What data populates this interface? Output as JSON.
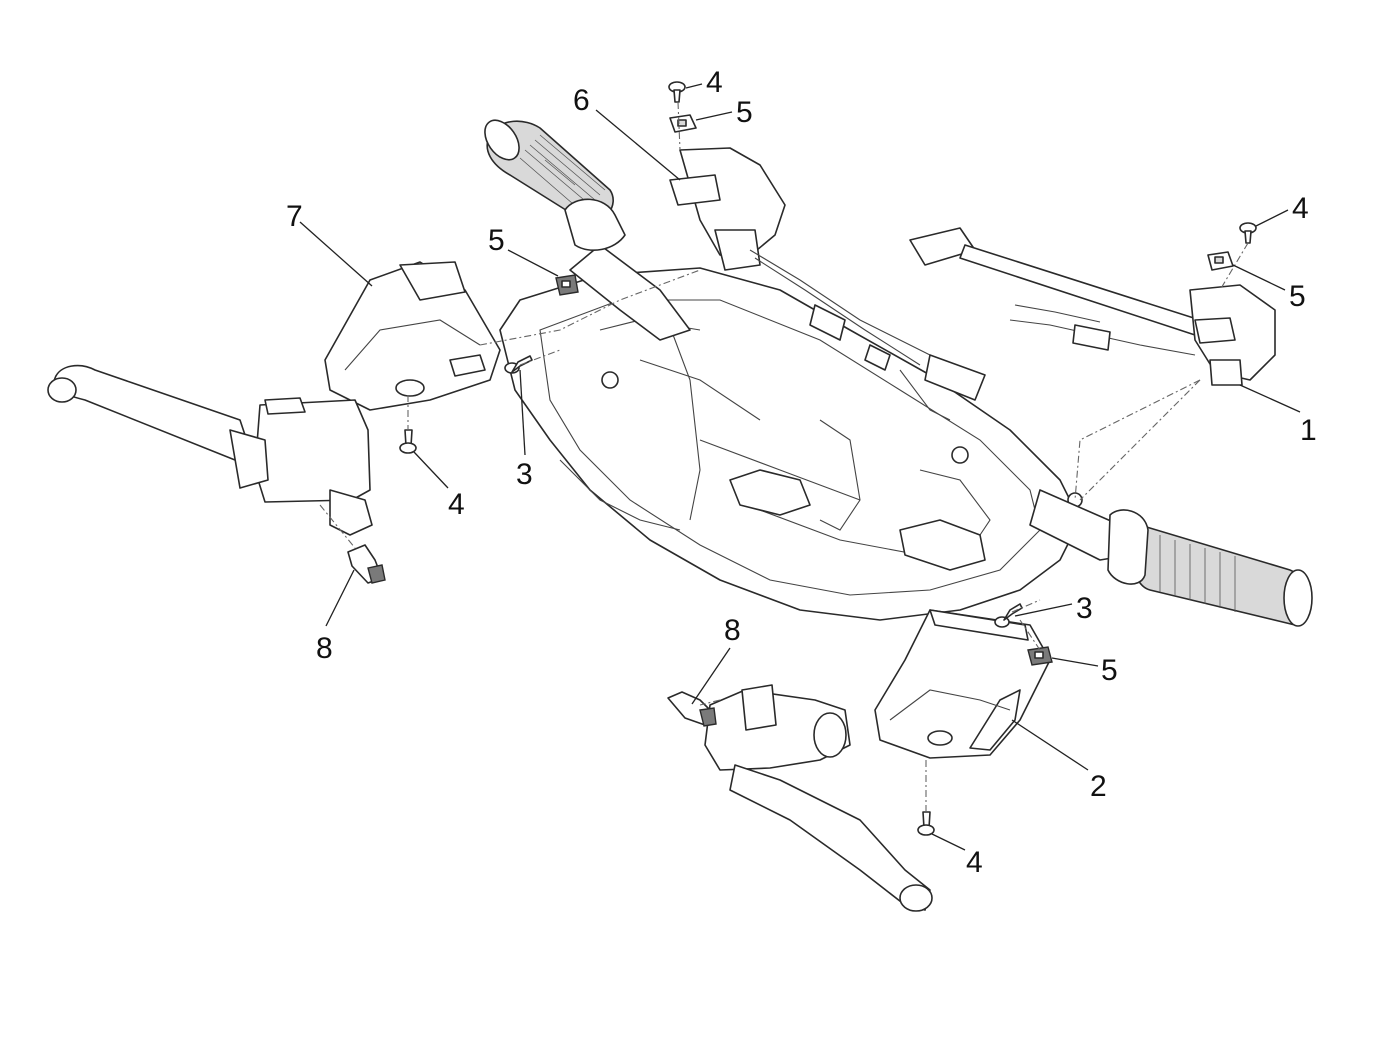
{
  "callouts": [
    {
      "id": "c1",
      "label": "1"
    },
    {
      "id": "c2",
      "label": "2"
    },
    {
      "id": "c3a",
      "label": "3"
    },
    {
      "id": "c3b",
      "label": "3"
    },
    {
      "id": "c4a",
      "label": "4"
    },
    {
      "id": "c4b",
      "label": "4"
    },
    {
      "id": "c4c",
      "label": "4"
    },
    {
      "id": "c4d",
      "label": "4"
    },
    {
      "id": "c5a",
      "label": "5"
    },
    {
      "id": "c5b",
      "label": "5"
    },
    {
      "id": "c5c",
      "label": "5"
    },
    {
      "id": "c5d",
      "label": "5"
    },
    {
      "id": "c6",
      "label": "6"
    },
    {
      "id": "c7",
      "label": "7"
    },
    {
      "id": "c8a",
      "label": "8"
    },
    {
      "id": "c8b",
      "label": "8"
    }
  ]
}
